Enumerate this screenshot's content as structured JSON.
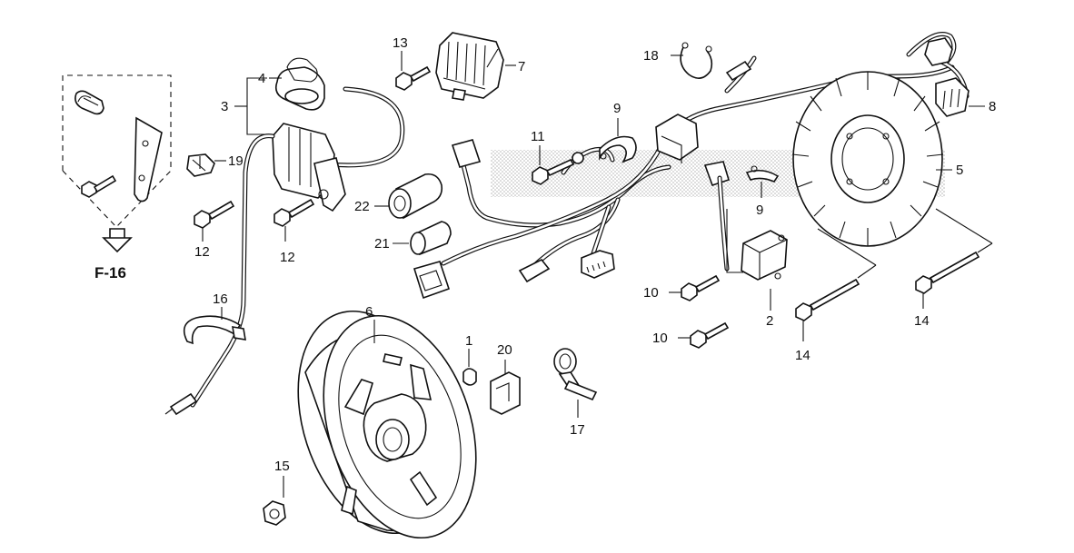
{
  "reference": "F-16",
  "callouts": [
    {
      "id": "c1",
      "label": "1"
    },
    {
      "id": "c2",
      "label": "2"
    },
    {
      "id": "c3",
      "label": "3"
    },
    {
      "id": "c4",
      "label": "4"
    },
    {
      "id": "c5",
      "label": "5"
    },
    {
      "id": "c6",
      "label": "6"
    },
    {
      "id": "c7",
      "label": "7"
    },
    {
      "id": "c8",
      "label": "8"
    },
    {
      "id": "c9a",
      "label": "9"
    },
    {
      "id": "c9b",
      "label": "9"
    },
    {
      "id": "c10a",
      "label": "10"
    },
    {
      "id": "c10b",
      "label": "10"
    },
    {
      "id": "c11",
      "label": "11"
    },
    {
      "id": "c12a",
      "label": "12"
    },
    {
      "id": "c12b",
      "label": "12"
    },
    {
      "id": "c13",
      "label": "13"
    },
    {
      "id": "c14a",
      "label": "14"
    },
    {
      "id": "c14b",
      "label": "14"
    },
    {
      "id": "c15",
      "label": "15"
    },
    {
      "id": "c16",
      "label": "16"
    },
    {
      "id": "c17",
      "label": "17"
    },
    {
      "id": "c18",
      "label": "18"
    },
    {
      "id": "c19",
      "label": "19"
    },
    {
      "id": "c20",
      "label": "20"
    },
    {
      "id": "c21",
      "label": "21"
    },
    {
      "id": "c22",
      "label": "22"
    }
  ]
}
